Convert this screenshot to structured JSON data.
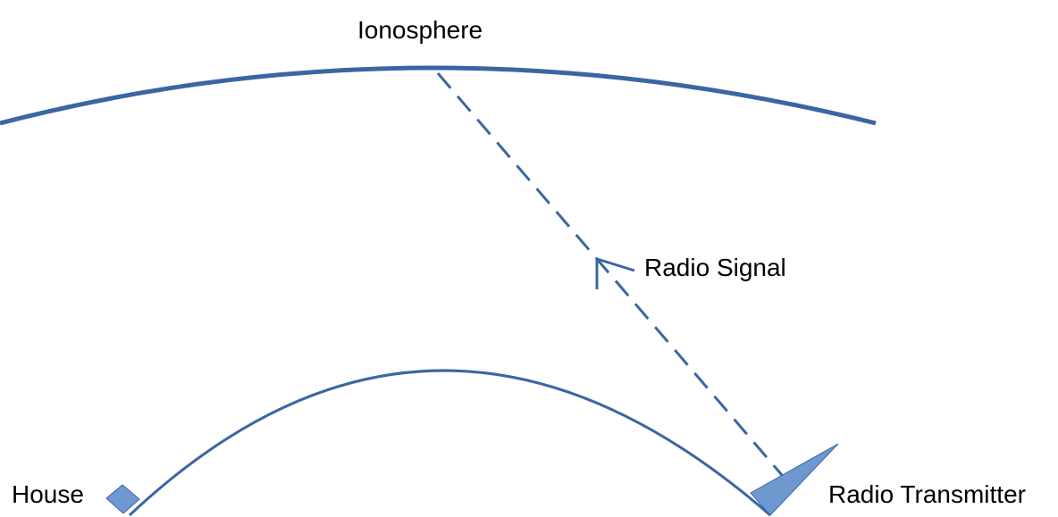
{
  "labels": {
    "ionosphere": "Ionosphere",
    "radio_signal": "Radio Signal",
    "house": "House",
    "transmitter": "Radio Transmitter"
  },
  "colors": {
    "line": "#3a67a3",
    "fill": "#6e98d0"
  }
}
